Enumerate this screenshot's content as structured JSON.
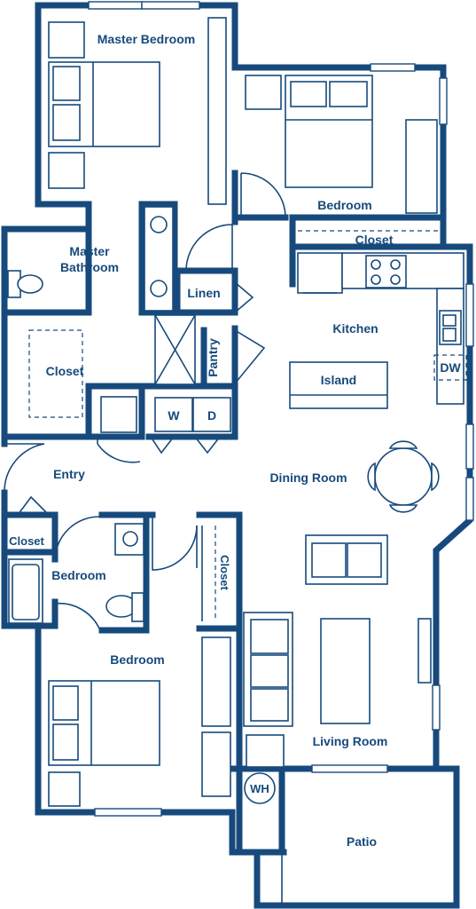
{
  "rooms": {
    "master_bedroom": "Master Bedroom",
    "bedroom_top": "Bedroom",
    "closet_top": "Closet",
    "master_bathroom_line1": "Master",
    "master_bathroom_line2": "Bathroom",
    "linen": "Linen",
    "kitchen": "Kitchen",
    "closet_master": "Closet",
    "pantry": "Pantry",
    "island": "Island",
    "dishwasher": "DW",
    "washer": "W",
    "dryer": "D",
    "entry": "Entry",
    "dining_room": "Dining Room",
    "closet_entry": "Closet",
    "bath_small": "Bedroom",
    "closet_vertical": "Closet",
    "bedroom_bottom": "Bedroom",
    "living_room": "Living Room",
    "water_heater": "WH",
    "patio": "Patio"
  }
}
